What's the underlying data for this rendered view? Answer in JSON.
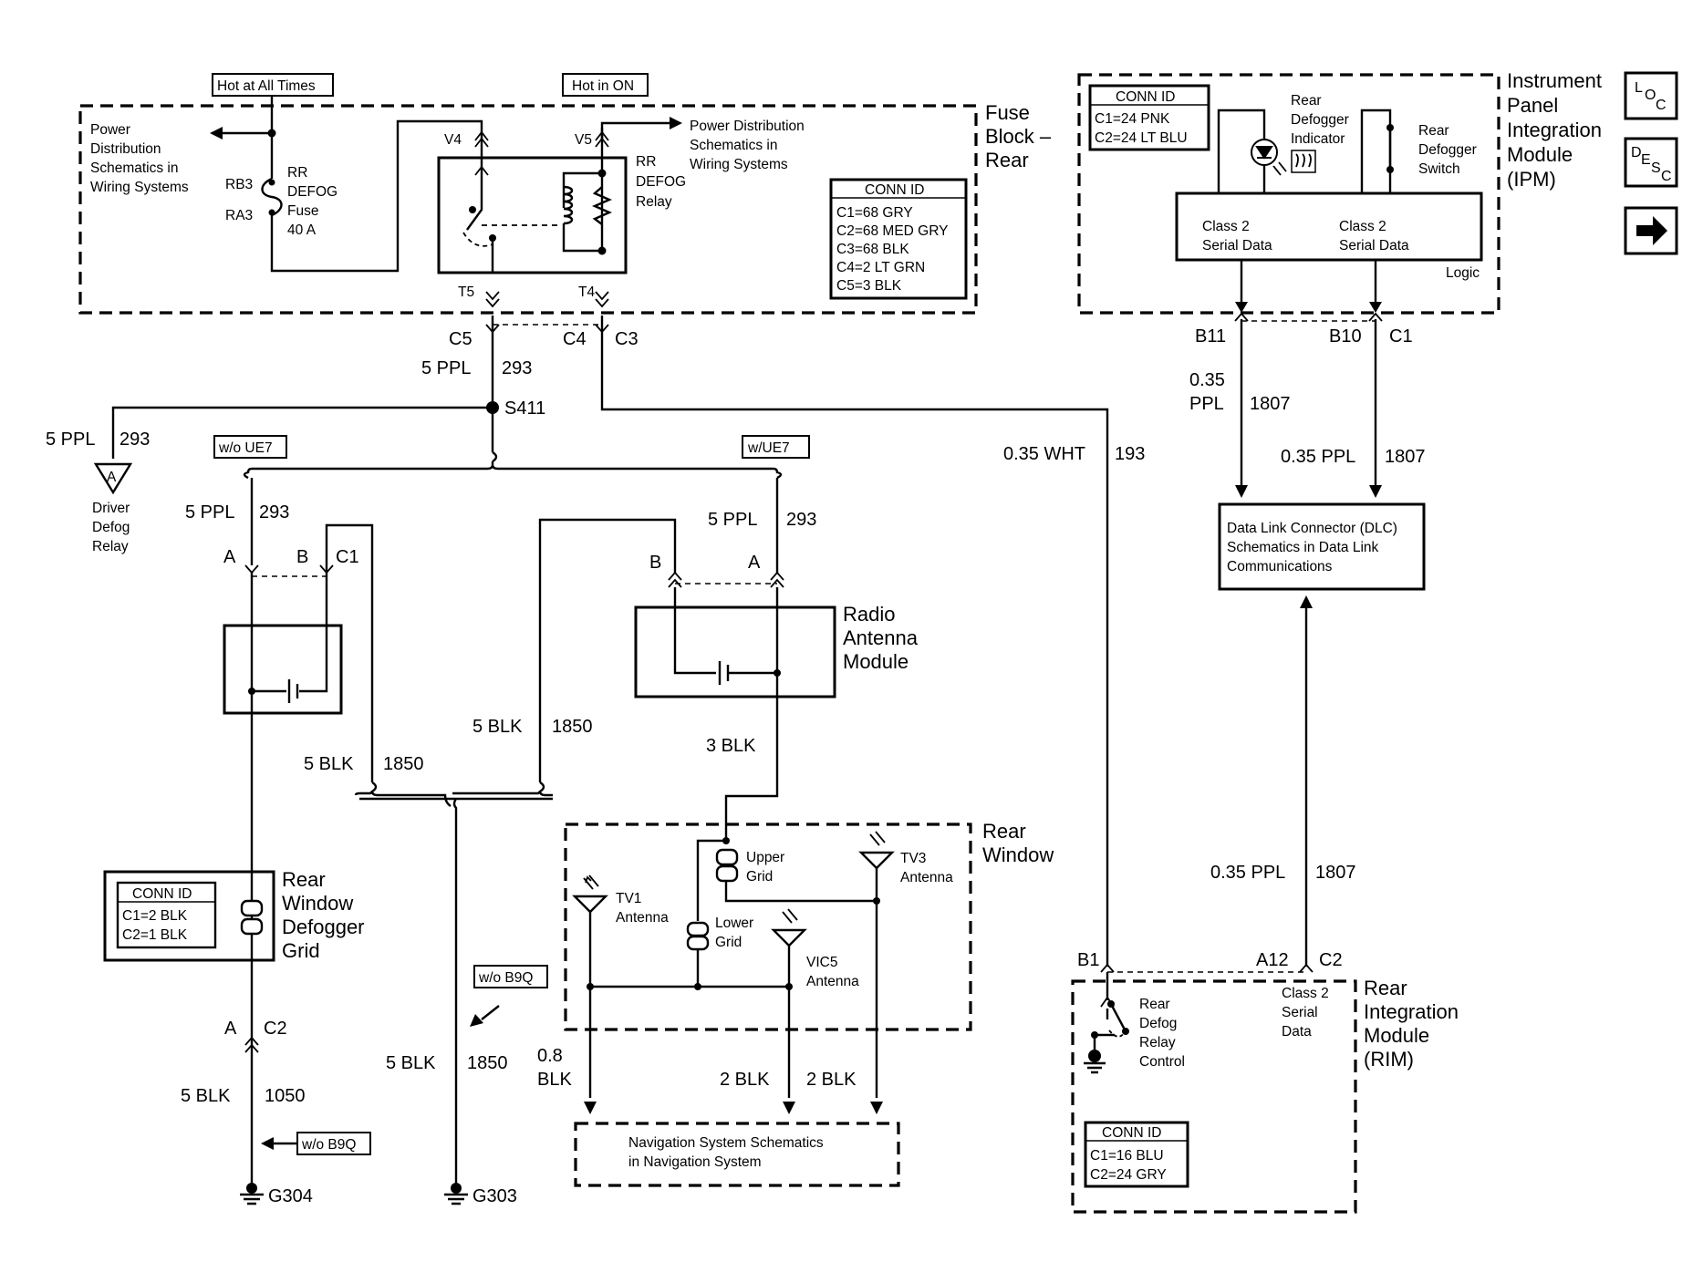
{
  "icons": {
    "loc": "LOC-icon",
    "desc": "DESC-icon",
    "next": "right-arrow-icon"
  },
  "fuse_block": {
    "name": [
      "Fuse",
      "Block –",
      "Rear"
    ],
    "hot_at_all_times": "Hot at All Times",
    "hot_in_on": "Hot in ON",
    "power_dist_left": [
      "Power",
      "Distribution",
      "Schematics in",
      "Wiring Systems"
    ],
    "power_dist_right": [
      "Power Distribution",
      "Schematics in",
      "Wiring Systems"
    ],
    "rb3": "RB3",
    "ra3": "RA3",
    "fuse": [
      "RR",
      "DEFOG",
      "Fuse",
      "40 A"
    ],
    "relay": [
      "RR",
      "DEFOG",
      "Relay"
    ],
    "v4": "V4",
    "v5": "V5",
    "t5": "T5",
    "t4": "T4",
    "conn_id": {
      "title": "CONN ID",
      "rows": [
        "C1=68 GRY",
        "C2=68 MED GRY",
        "C3=68 BLK",
        "C4=2 LT GRN",
        "C5=3 BLK"
      ]
    }
  },
  "ipm": {
    "name": [
      "Instrument",
      "Panel",
      "Integration",
      "Module",
      "(IPM)"
    ],
    "conn_id": {
      "title": "CONN ID",
      "rows": [
        "C1=24 PNK",
        "C2=24 LT BLU"
      ]
    },
    "indicator": [
      "Rear",
      "Defogger",
      "Indicator"
    ],
    "switch": [
      "Rear",
      "Defogger",
      "Switch"
    ],
    "class2_left": [
      "Class 2",
      "Serial Data"
    ],
    "class2_right": [
      "Class 2",
      "Serial Data"
    ],
    "logic": "Logic",
    "b11": "B11",
    "b10": "B10",
    "c1": "C1"
  },
  "wires": {
    "c5": "C5",
    "c4": "C4",
    "c3": "C3",
    "w293_top": "5 PPL",
    "w293_top_num": "293",
    "s411": "S411",
    "w293_left": "5 PPL",
    "w293_left_num": "293",
    "wo_ue7": "w/o UE7",
    "w_ue7": "w/UE7",
    "w293_a": "5 PPL",
    "w293_a_num": "293",
    "w293_b": "5 PPL",
    "w293_b_num": "293",
    "wht": "0.35 WHT",
    "wht_num": "193",
    "ppl_b11": [
      "0.35",
      "PPL"
    ],
    "ppl_b11_num": "1807",
    "ppl_b10": "0.35 PPL",
    "ppl_b10_num": "1807",
    "ppl_rim": "0.35 PPL",
    "ppl_rim_num": "1807",
    "blk1850_a": "5 BLK",
    "blk1850_a_num": "1850",
    "blk1850_b": "5 BLK",
    "blk1850_b_num": "1850",
    "blk1850_c": "5 BLK",
    "blk1850_c_num": "1850",
    "blk3": "3 BLK",
    "blk1050": "5 BLK",
    "blk1050_num": "1050",
    "blk08": [
      "0.8",
      "BLK"
    ],
    "blk2_a": "2 BLK",
    "blk2_b": "2 BLK"
  },
  "driver_defog": {
    "letter": "A",
    "label": [
      "Driver",
      "Defog",
      "Relay"
    ]
  },
  "grid_conn": {
    "a": "A",
    "b": "B",
    "c1": "C1",
    "a2": "A",
    "c2": "C2"
  },
  "radio": {
    "b": "B",
    "a": "A",
    "name": [
      "Radio",
      "Antenna",
      "Module"
    ]
  },
  "defogger_grid": {
    "name": [
      "Rear",
      "Window",
      "Defogger",
      "Grid"
    ],
    "conn_id": {
      "title": "CONN ID",
      "rows": [
        "C1=2 BLK",
        "C2=1 BLK"
      ]
    }
  },
  "rear_window": {
    "name": [
      "Rear",
      "Window"
    ],
    "upper_grid": [
      "Upper",
      "Grid"
    ],
    "lower_grid": [
      "Lower",
      "Grid"
    ],
    "tv1": [
      "TV1",
      "Antenna"
    ],
    "tv3": [
      "TV3",
      "Antenna"
    ],
    "vic5": [
      "VIC5",
      "Antenna"
    ]
  },
  "nav": [
    "Navigation System Schematics",
    "in Navigation System"
  ],
  "dlc": [
    "Data Link Connector (DLC)",
    "Schematics in Data Link",
    "Communications"
  ],
  "options": {
    "wo_b9q_a": "w/o B9Q",
    "wo_b9q_b": "w/o B9Q"
  },
  "grounds": {
    "g304": "G304",
    "g303": "G303"
  },
  "rim": {
    "name": [
      "Rear",
      "Integration",
      "Module",
      "(RIM)"
    ],
    "b1": "B1",
    "a12": "A12",
    "c2": "C2",
    "relay_control": [
      "Rear",
      "Defog",
      "Relay",
      "Control"
    ],
    "class2": [
      "Class 2",
      "Serial",
      "Data"
    ],
    "conn_id": {
      "title": "CONN ID",
      "rows": [
        "C1=16 BLU",
        "C2=24 GRY"
      ]
    }
  }
}
